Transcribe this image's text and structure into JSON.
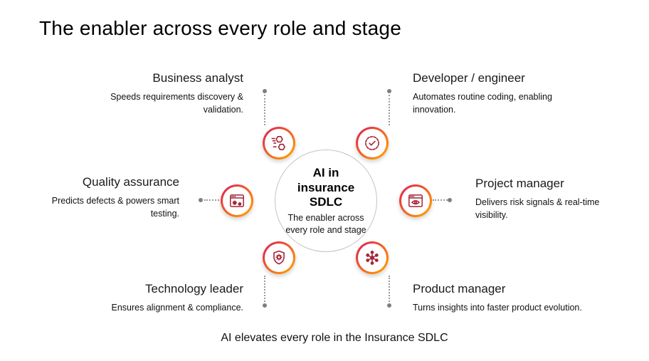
{
  "title": "The enabler across every role and stage",
  "footer": "AI elevates every role in the Insurance SDLC",
  "center": {
    "title": "AI in insurance SDLC",
    "subtitle": "The enabler across every role and stage"
  },
  "roles": [
    {
      "label": "Business analyst",
      "desc": "Speeds requirements discovery & validation.",
      "icon": "hexagons-icon"
    },
    {
      "label": "Developer / engineer",
      "desc": "Automates routine coding, enabling innovation.",
      "icon": "seal-check-icon"
    },
    {
      "label": "Quality assurance",
      "desc": "Predicts defects & powers smart testing.",
      "icon": "browser-gears-icon"
    },
    {
      "label": "Project manager",
      "desc": "Delivers risk signals & real-time visibility.",
      "icon": "browser-eye-icon"
    },
    {
      "label": "Technology leader",
      "desc": "Ensures alignment & compliance.",
      "icon": "shield-gear-icon"
    },
    {
      "label": "Product manager",
      "desc": "Turns insights into faster product evolution.",
      "icon": "network-nodes-icon"
    }
  ],
  "colors": {
    "badge_gradient_start": "#e4304a",
    "badge_gradient_end": "#ff9300",
    "icon_color": "#a32638",
    "connector": "#9a9a9a"
  }
}
